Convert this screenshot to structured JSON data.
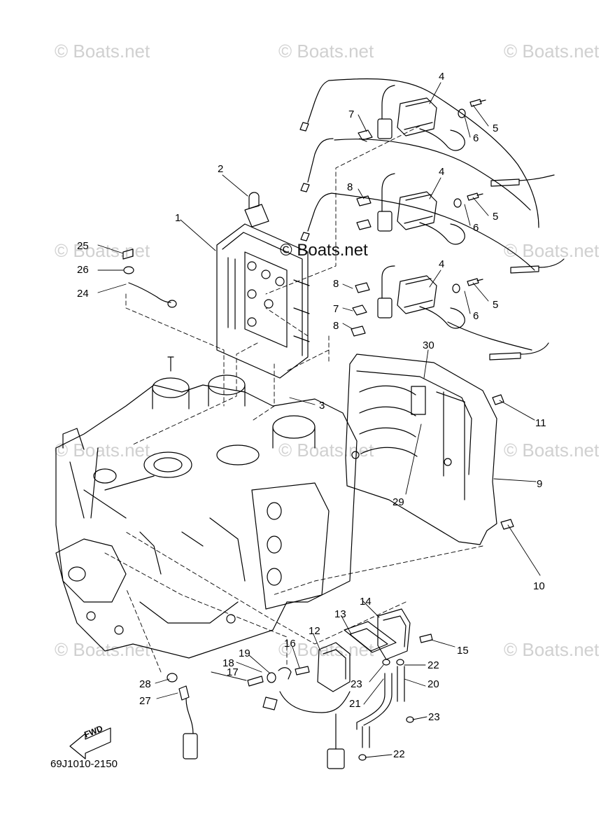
{
  "watermark": "© Boats.net",
  "watermark_center": "© Boats.net",
  "diagram_code": "69J1010-2150",
  "fwd_label": "FWD",
  "callouts": [
    "1",
    "2",
    "3",
    "4",
    "4",
    "4",
    "5",
    "5",
    "5",
    "6",
    "6",
    "6",
    "7",
    "7",
    "8",
    "8",
    "8",
    "9",
    "10",
    "11",
    "12",
    "13",
    "14",
    "15",
    "16",
    "17",
    "18",
    "19",
    "20",
    "21",
    "22",
    "22",
    "23",
    "23",
    "24",
    "25",
    "26",
    "27",
    "28",
    "29",
    "30"
  ]
}
